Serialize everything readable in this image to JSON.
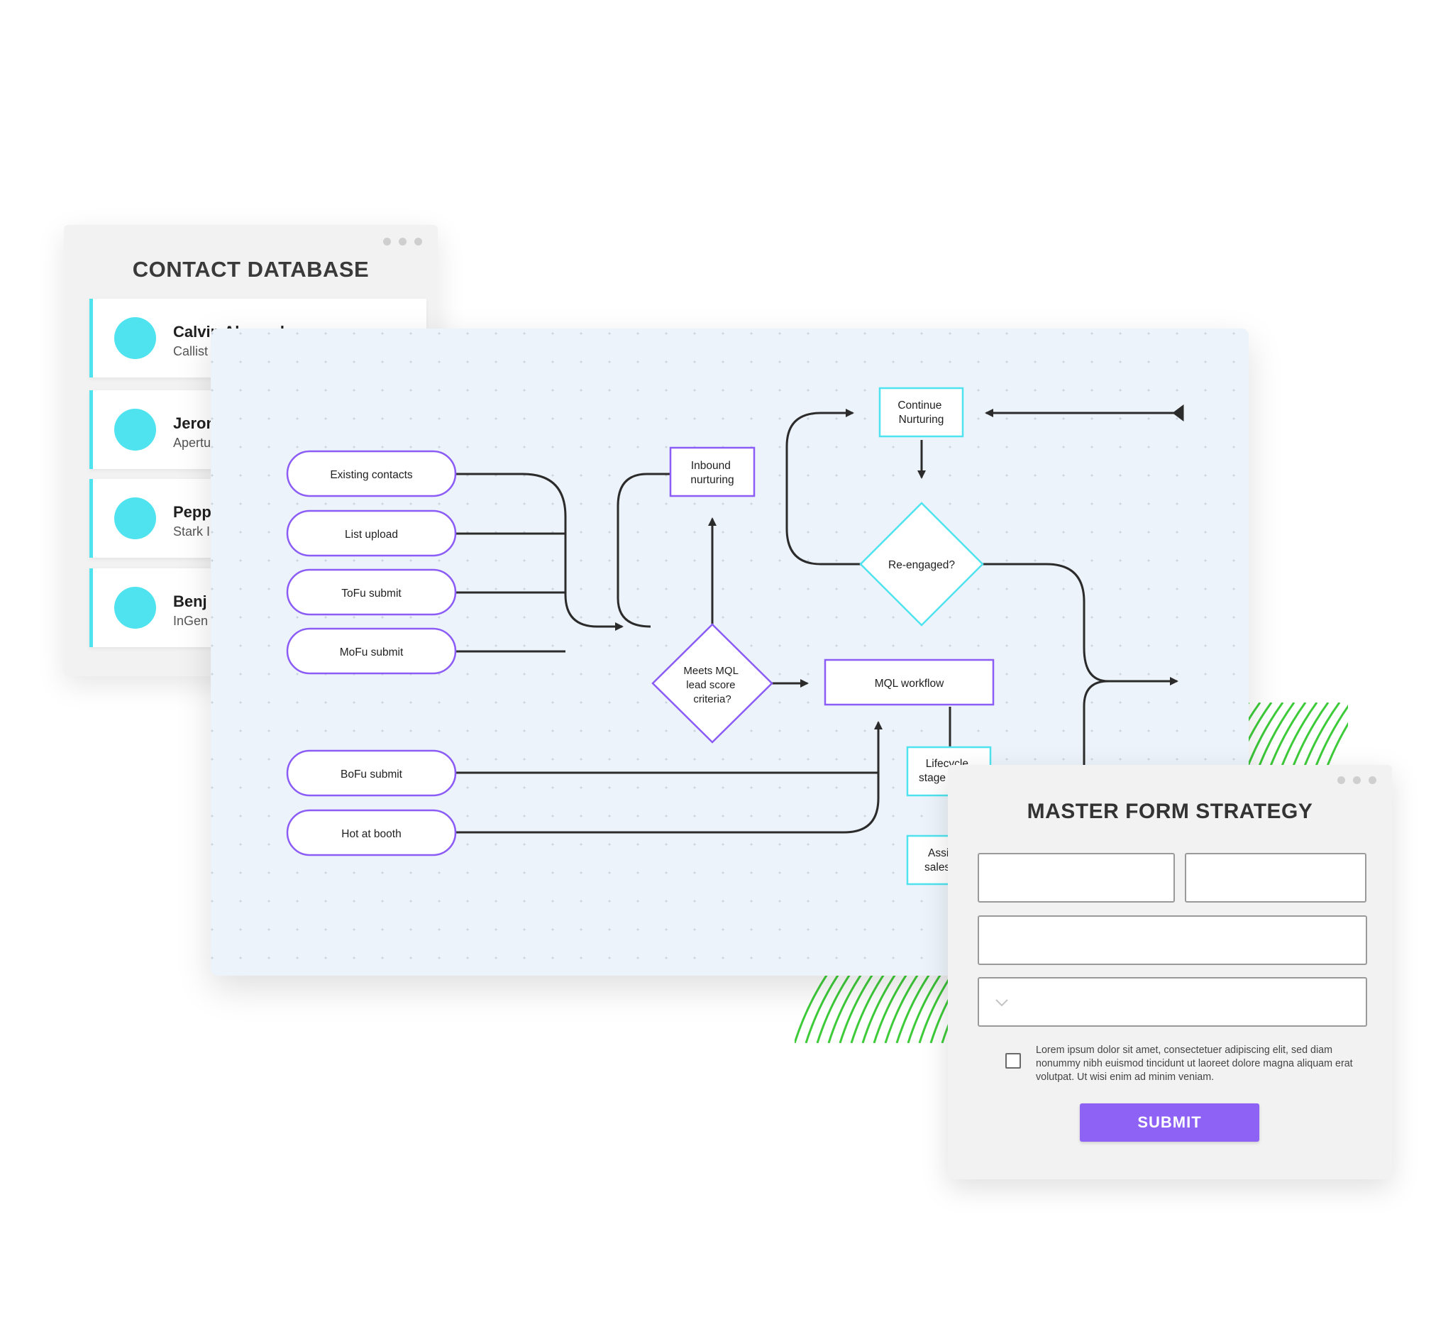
{
  "contact_database": {
    "title": "CONTACT DATABASE",
    "contacts": [
      {
        "name": "Calvin Alexander",
        "company": "Callist"
      },
      {
        "name": "Jeron",
        "company": "Apertu"
      },
      {
        "name": "Pepp",
        "company": "Stark I"
      },
      {
        "name": "Benj",
        "company": "InGen"
      }
    ]
  },
  "flowchart": {
    "nodes": {
      "existing_contacts": "Existing contacts",
      "list_upload": "List upload",
      "tofu_submit": "ToFu submit",
      "mofu_submit": "MoFu submit",
      "bofu_submit": "BoFu submit",
      "hot_at_booth": "Hot at booth",
      "inbound_nurturing": [
        "Inbound",
        "nurturing"
      ],
      "meets_mql": [
        "Meets MQL",
        "lead score",
        "criteria?"
      ],
      "mql_workflow": "MQL workflow",
      "continue_nurturing": [
        "Continue",
        "Nurturing"
      ],
      "re_engaged": "Re-engaged?",
      "lifecycle_stage": [
        "Lifecycle",
        "stage"
      ],
      "assign_sales": [
        "Assi",
        "sales"
      ]
    },
    "colors": {
      "purple_stroke": "#8b5cf6",
      "cyan_stroke": "#4fe3ef",
      "connector": "#2b2b2b"
    }
  },
  "master_form": {
    "title": "MASTER FORM STRATEGY",
    "terms_text": "Lorem ipsum dolor sit amet, consectetuer adipiscing elit, sed diam nonummy nibh euismod tincidunt ut laoreet dolore magna aliquam erat volutpat. Ut wisi enim ad minim veniam.",
    "submit_label": "SUBMIT",
    "accent_color": "#8e62f5"
  },
  "decoration": {
    "accent_green": "#3ecb3a"
  }
}
